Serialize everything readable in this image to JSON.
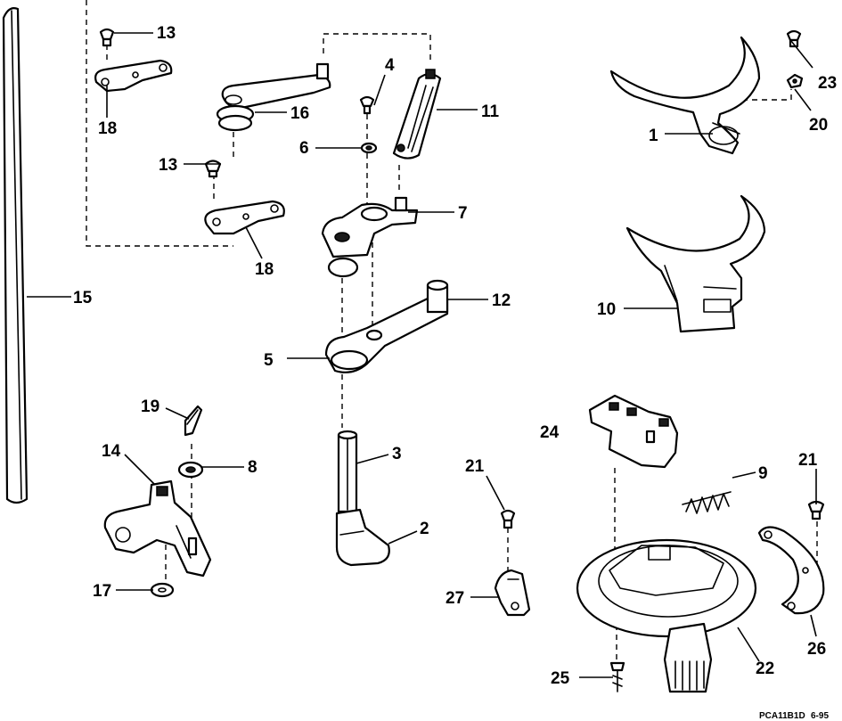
{
  "diagram": {
    "reference_code": "PCA11B1D",
    "revision": "6-95",
    "callouts": [
      "1",
      "2",
      "3",
      "4",
      "5",
      "6",
      "7",
      "8",
      "9",
      "10",
      "11",
      "12",
      "13",
      "13",
      "14",
      "15",
      "16",
      "17",
      "18",
      "18",
      "19",
      "20",
      "21",
      "21",
      "22",
      "23",
      "24",
      "25",
      "26",
      "27"
    ]
  }
}
